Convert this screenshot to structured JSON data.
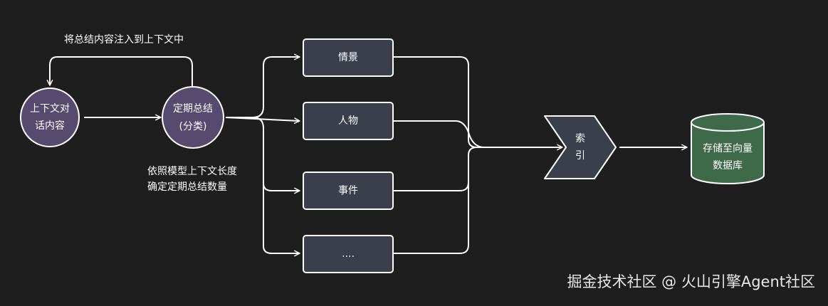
{
  "colors": {
    "background": "#1e1e1e",
    "stroke": "#ffffff",
    "circle_fill": "#564a6f",
    "box_fill": "#3b3f4c",
    "cylinder_fill": "#3f6a4a"
  },
  "nodes": {
    "dialog": "上下文对\n话内容",
    "summary": "定期总结\n(分类)",
    "scene": "情景",
    "person": "人物",
    "event": "事件",
    "more": "....",
    "index": "索\n引",
    "store": "存储至向量\n数据库"
  },
  "annotations": {
    "feedback": "将总结内容注入到上下文中",
    "count_rule": "依照模型上下文长度\n确定定期总结数量"
  },
  "watermark": "掘金技术社区 @ 火山引擎Agent社区"
}
